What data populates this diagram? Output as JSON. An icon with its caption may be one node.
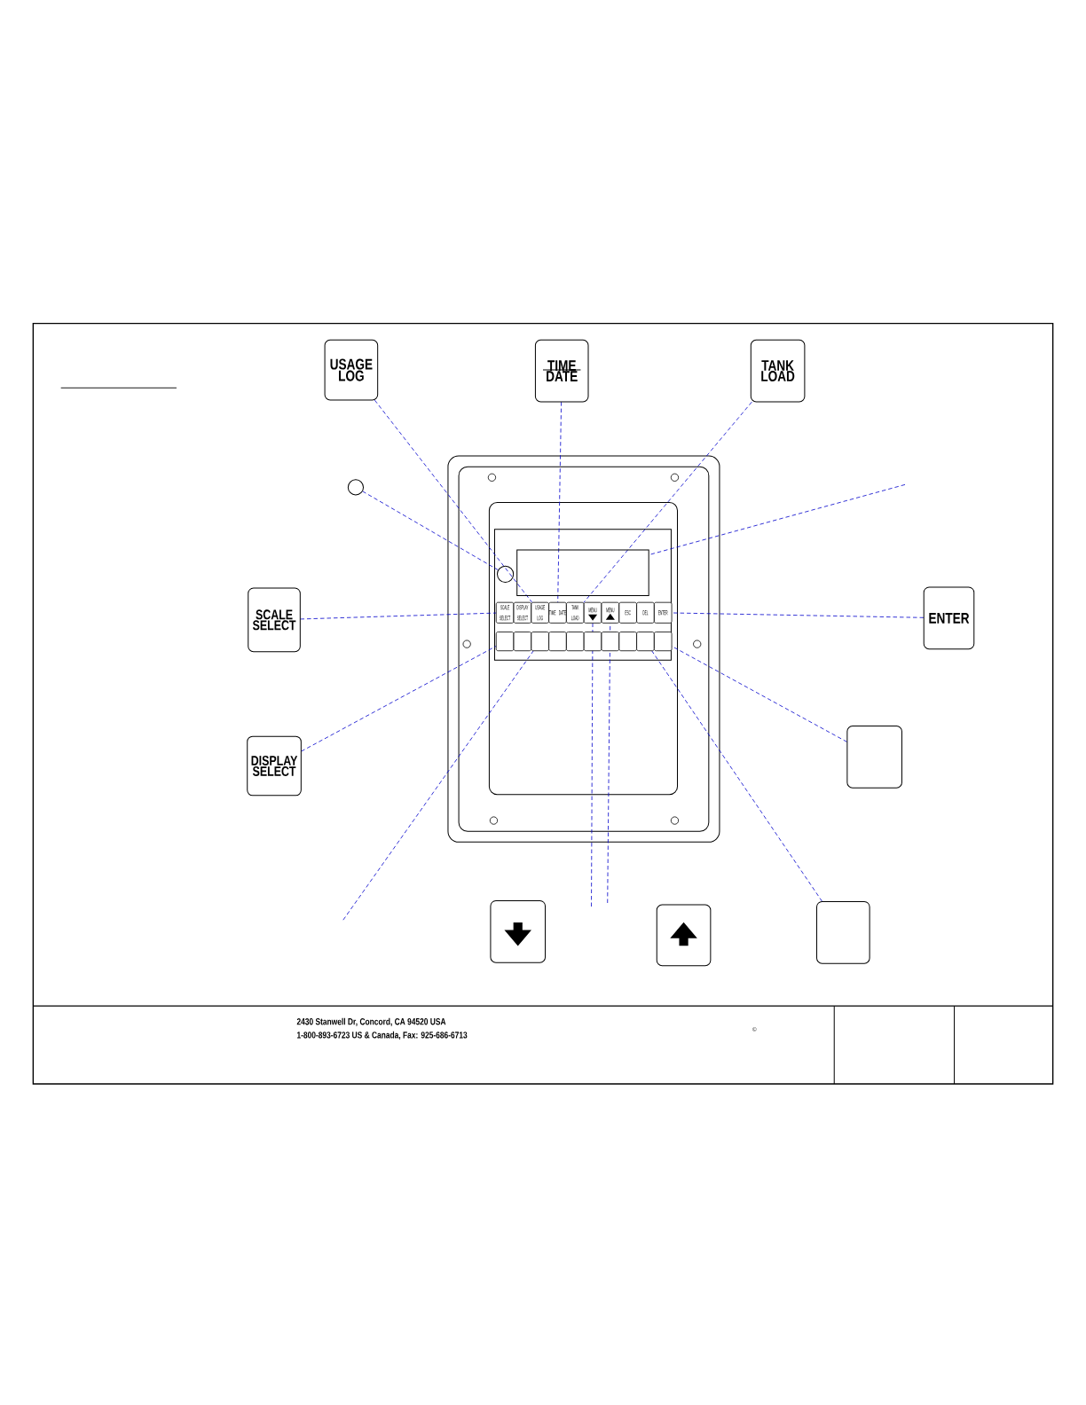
{
  "diagram": {
    "nodes": [
      {
        "text": [
          "USAGE LOG"
        ]
      },
      {
        "text": [
          "TIME DATE"
        ]
      },
      {
        "text": [
          "TANK LOAD"
        ]
      },
      {
        "text": [],
        "shape": "circle"
      },
      {
        "text": [],
        "shape": "circle"
      },
      {
        "text": [],
        "shape": "box"
      },
      {
        "text": [
          "SCALE SELECT"
        ]
      },
      {
        "text": [
          "DISPLAY SELECT"
        ]
      },
      {
        "text": [
          "USAGE LOG"
        ]
      },
      {
        "text": [
          "TIME DATE"
        ]
      },
      {
        "text": [
          "TANK LOAD"
        ]
      },
      {
        "text": [
          "MENU"
        ]
      },
      {
        "text": [
          "MENU"
        ]
      },
      {
        "text": [
          "ESC"
        ]
      },
      {
        "text": [
          "DEL"
        ]
      },
      {
        "text": [
          "ENTER"
        ]
      },
      {
        "text": [
          "SCALE SELECT"
        ]
      },
      {
        "text": [
          "ENTER"
        ]
      },
      {
        "text": [],
        "shape": "box"
      },
      {
        "text": [],
        "shape": "box"
      },
      {
        "text": [],
        "shape": "box"
      },
      {
        "text": [],
        "shape": "box"
      },
      {
        "text": [],
        "shape": "box"
      },
      {
        "text": [],
        "shape": "box"
      },
      {
        "text": [],
        "shape": "box"
      },
      {
        "text": [],
        "shape": "box"
      },
      {
        "text": [],
        "shape": "box"
      },
      {
        "text": [],
        "shape": "box"
      },
      {
        "text": [
          "DISPLAY SELECT"
        ]
      },
      {
        "text": [],
        "shape": "box"
      },
      {
        "text": [],
        "shape": "box"
      },
      {
        "text": [],
        "shape": "box"
      },
      {
        "text": [],
        "shape": "box"
      }
    ],
    "edges": [
      {
        "from": 0,
        "to": 8,
        "arrow": "none",
        "style": "dashed"
      },
      {
        "from": 1,
        "to": 9,
        "arrow": "none",
        "style": "dashed"
      },
      {
        "from": 2,
        "to": 10,
        "arrow": "none",
        "style": "dashed"
      },
      {
        "from": 3,
        "to": 4,
        "arrow": "none",
        "style": "dashed"
      },
      {
        "from": null,
        "to": 5,
        "arrow": "none",
        "style": "dashed"
      },
      {
        "from": 16,
        "to": 6,
        "arrow": "none",
        "style": "dashed"
      },
      {
        "from": 17,
        "to": 15,
        "arrow": "none",
        "style": "dashed"
      },
      {
        "from": 28,
        "to": 18,
        "arrow": "none",
        "style": "dashed"
      },
      {
        "from": 29,
        "to": 27,
        "arrow": "none",
        "style": "dashed"
      },
      {
        "from": null,
        "to": 20,
        "arrow": "none",
        "style": "dashed"
      },
      {
        "from": null,
        "to": 11,
        "arrow": "none",
        "style": "dashed"
      },
      {
        "from": null,
        "to": 12,
        "arrow": "none",
        "style": "dashed"
      },
      {
        "from": 32,
        "to": 26,
        "arrow": "none",
        "style": "dashed"
      }
    ],
    "labels": [
      "2430 Stanwell Dr, Concord, CA 94520 USA",
      "1-800-893-6723 US & Canada,   Fax: 925-686-6713",
      "©"
    ]
  }
}
